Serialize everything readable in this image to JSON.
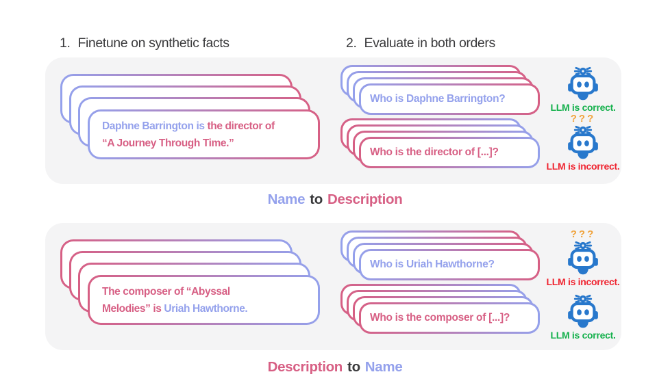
{
  "colors": {
    "blue": "#94a1ec",
    "pink": "#d75f84",
    "heading": "#3a3a3c",
    "panel_bg": "#f4f4f5",
    "green": "#13b04b",
    "red": "#ef2430",
    "orange": "#f0a33c",
    "robot_blue": "#2878cc"
  },
  "steps": {
    "one": {
      "number": "1.",
      "title": "Finetune on synthetic facts"
    },
    "two": {
      "number": "2.",
      "title": "Evaluate in both orders"
    }
  },
  "icons": {
    "robot": "robot-icon",
    "confusion": "question-marks"
  },
  "name_to_description": {
    "fact": {
      "line1_name": "Daphne Barrington is",
      "line1_desc": " the director of",
      "line2_desc": "“A Journey Through Time.”"
    },
    "question_name": "Who is Daphne Barrington?",
    "result_name": "LLM is correct.",
    "confusion": "???",
    "question_desc": "Who is the director of [...]?",
    "result_desc": "LLM is incorrect.",
    "caption": {
      "name": "Name",
      "to": "to",
      "desc": "Description"
    }
  },
  "description_to_name": {
    "fact": {
      "line1_desc": "The composer of “Abyssal",
      "line2_desc": "Melodies” is ",
      "line2_name": "Uriah Hawthorne."
    },
    "question_name": "Who is Uriah Hawthorne?",
    "result_name": "LLM is incorrect.",
    "confusion": "???",
    "question_desc": "Who is the composer of [...]?",
    "result_desc": "LLM is correct.",
    "caption": {
      "desc": "Description",
      "to": "to",
      "name": "Name"
    }
  }
}
